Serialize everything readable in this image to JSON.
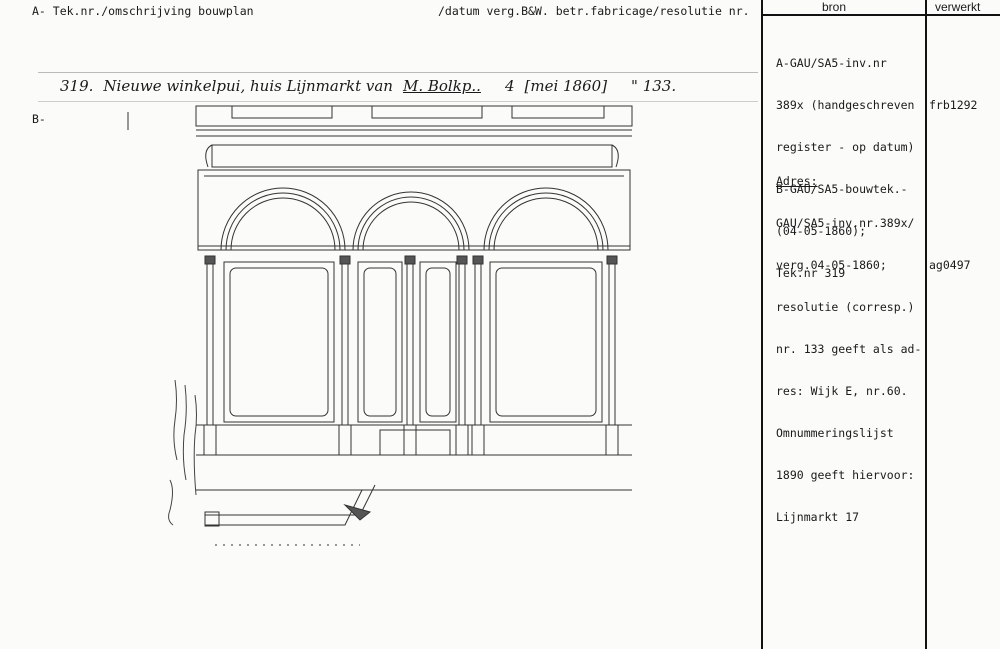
{
  "header": {
    "left_label": "A- Tek.nr./omschrijving bouwplan",
    "mid_label": "/datum verg.B&W. betr.fabricage/resolutie nr.",
    "col_bron": "bron",
    "col_verwerkt": "verwerkt"
  },
  "entry": {
    "number": "319.",
    "description": "Nieuwe winkelpui, huis Lijnmarkt van",
    "owner": "M. Bolkp..",
    "day": "4",
    "date": "[mei 1860]",
    "resolution": "\" 133."
  },
  "section_b_label": "B-",
  "bron": {
    "block1": [
      "A-GAU/SA5-inv.nr",
      "389x (handgeschreven",
      "register - op datum)",
      "B-GAU/SA5-bouwtek.-",
      "(04-05-1860);",
      "Tek.nr 319"
    ],
    "block2_title": "Adres:",
    "block2": [
      "GAU/SA5-inv.nr.389x/",
      "verg.04-05-1860;",
      "resolutie (corresp.)",
      "nr. 133 geeft als ad-",
      "res: Wijk E, nr.60.",
      "Omnummeringslijst",
      "1890 geeft hiervoor:",
      "Lijnmarkt 17"
    ]
  },
  "verwerkt": {
    "code1": "frb1292",
    "code2": "ag0497"
  }
}
